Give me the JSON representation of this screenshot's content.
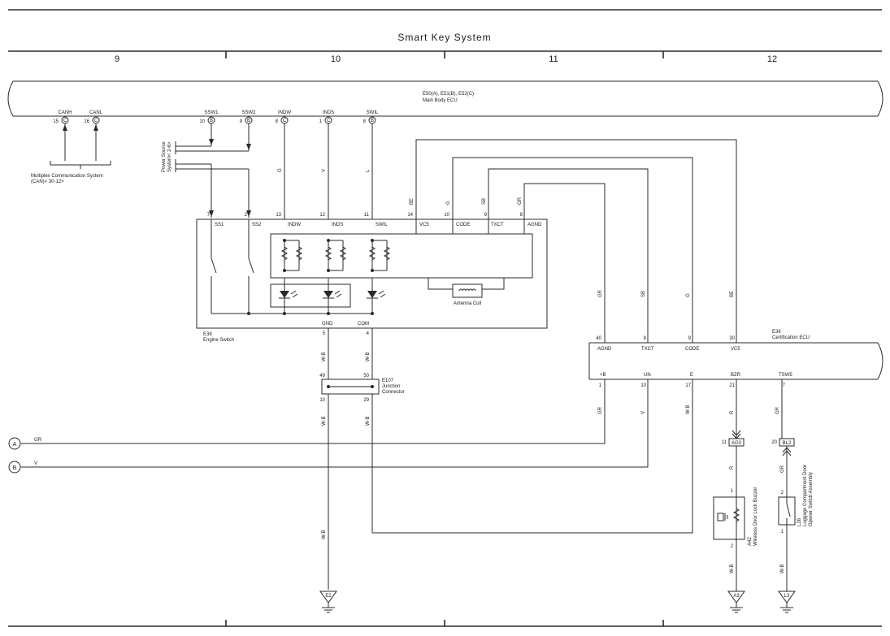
{
  "header": {
    "title": "Smart Key System",
    "columns": [
      "9",
      "10",
      "11",
      "12"
    ]
  },
  "main_body_ecu": {
    "code": "E50(A), E51(B), E52(C)",
    "name": "Main Body ECU",
    "pins": [
      {
        "name": "CANH",
        "num": "15",
        "conn": "C"
      },
      {
        "name": "CANL",
        "num": "16",
        "conn": "C"
      },
      {
        "name": "SSW1",
        "num": "10",
        "conn": "B"
      },
      {
        "name": "SSW2",
        "num": "9",
        "conn": "B"
      },
      {
        "name": "INDW",
        "num": "8",
        "conn": "C"
      },
      {
        "name": "INDS",
        "num": "1",
        "conn": "C"
      },
      {
        "name": "SWIL",
        "num": "8",
        "conn": "B"
      }
    ]
  },
  "multiplex_note": [
    "Multiplex Communication System",
    "(CAN)< 30-12>"
  ],
  "power_source_note": [
    "Power Source",
    "System< 2-6>"
  ],
  "engine_switch": {
    "code": "E38",
    "name": "Engine Switch",
    "top_pins": [
      {
        "name": "SS1",
        "num": "7"
      },
      {
        "name": "SS2",
        "num": "2"
      },
      {
        "name": "INDW",
        "num": "13"
      },
      {
        "name": "INDS",
        "num": "12"
      },
      {
        "name": "SWIL",
        "num": "11"
      },
      {
        "name": "VC5",
        "num": "14"
      },
      {
        "name": "CODE",
        "num": "10"
      },
      {
        "name": "TXCT",
        "num": "9"
      },
      {
        "name": "AGND",
        "num": "8"
      }
    ],
    "bottom_pins": [
      {
        "name": "GND",
        "num": "5"
      },
      {
        "name": "COM",
        "num": "4"
      }
    ],
    "antenna": "Antenna Coil"
  },
  "wire_colors": {
    "indw": "G",
    "inds": "V",
    "swil": "L",
    "vc5_top": "BE",
    "code_top": "G",
    "txct_top": "SB",
    "agnd_top": "GR",
    "agnd_down": "GR",
    "txct_down": "SB",
    "code_down": "G",
    "vc5_down": "BE",
    "gnd": "W-B",
    "com": "W-B",
    "jc_out_left": "W-B",
    "jc_out_right": "W-B",
    "ground_e2": "W-B",
    "plus_b": "GR",
    "un": "V",
    "e": "W-B",
    "bzr": "R",
    "tsw5": "GR",
    "bzr_lower": "R",
    "tsw5_lower": "GR",
    "a42_ground": "W-B",
    "l26_ground": "W-B",
    "line_a": "GR",
    "line_b": "V"
  },
  "junction_connector": {
    "code": "E107",
    "name": [
      "Junction",
      "Connector"
    ],
    "pins_top": [
      "49",
      "50"
    ],
    "pins_bottom": [
      "10",
      "29"
    ]
  },
  "certification_ecu": {
    "code": "E36",
    "name": "Certification ECU",
    "top_pins": [
      {
        "name": "AGND",
        "num": "40"
      },
      {
        "name": "TXCT",
        "num": "8"
      },
      {
        "name": "CODE",
        "num": "9"
      },
      {
        "name": "VC5",
        "num": "30"
      }
    ],
    "bottom_pins": [
      {
        "name": "+B",
        "num": "1"
      },
      {
        "name": "UN",
        "num": "10"
      },
      {
        "name": "E",
        "num": "17"
      },
      {
        "name": "BZR",
        "num": "21"
      },
      {
        "name": "TSW5",
        "num": "7"
      }
    ]
  },
  "connectors": [
    {
      "pin": "11",
      "label": "AG3"
    },
    {
      "pin": "20",
      "label": "BL2"
    }
  ],
  "buzzer": {
    "code": "A42",
    "name": "Wireless Door Lock Buzzer",
    "pins": [
      "1",
      "2"
    ]
  },
  "luggage_switch": {
    "code": "L26",
    "name": [
      "Luggage Compartment Door",
      "Opener Switch Assembly"
    ],
    "pins": [
      "2",
      "1"
    ]
  },
  "grounds": [
    "E2",
    "A3",
    "L3"
  ],
  "offpage": [
    "A",
    "B"
  ]
}
